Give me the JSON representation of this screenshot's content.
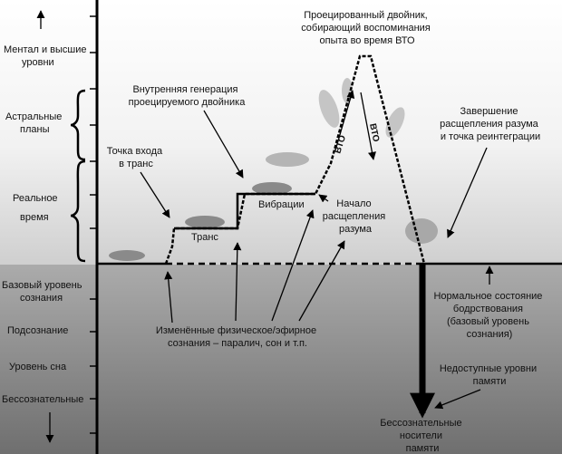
{
  "levels": {
    "mental": [
      "Ментал и высшие",
      "уровни"
    ],
    "astral": [
      "Астральные",
      "планы"
    ],
    "real": [
      "Реальное",
      "время"
    ],
    "baseline": [
      "Базовый уровень",
      "сознания"
    ],
    "subconscious": "Подсознание",
    "sleep": "Уровень сна",
    "unconscious": "Бессознательные"
  },
  "labels": {
    "projected_double": [
      "Проецированный двойник,",
      "собирающий воспоминания",
      "опыта во время ВТО"
    ],
    "internal_generation": [
      "Внутренняя генерация",
      "проецируемого двойника"
    ],
    "entry_point": [
      "Точка входа",
      "в транс"
    ],
    "trance": "Транс",
    "vibrations": "Вибрации",
    "split_start": [
      "Начало",
      "расщепления",
      "разума"
    ],
    "split_end": [
      "Завершение",
      "расщепления разума",
      "и точка реинтеграции"
    ],
    "normal_state": [
      "Нормальное состояние",
      "бодрствования",
      "(базовый уровень",
      "сознания)"
    ],
    "altered": [
      "Изменённые физическое/эфирное",
      "сознания – паралич, сон и т.п."
    ],
    "inaccessible": [
      "Недоступные уровни",
      "памяти"
    ],
    "memory_carriers": [
      "Бессознательные",
      "носители",
      "памяти"
    ],
    "vto": "ВТО"
  },
  "colors": {
    "lower_zone_top": "#ababab",
    "lower_zone_bottom": "#6f6f6f",
    "upper_zone_bottom": "#cfcfcf",
    "line": "#000000"
  }
}
